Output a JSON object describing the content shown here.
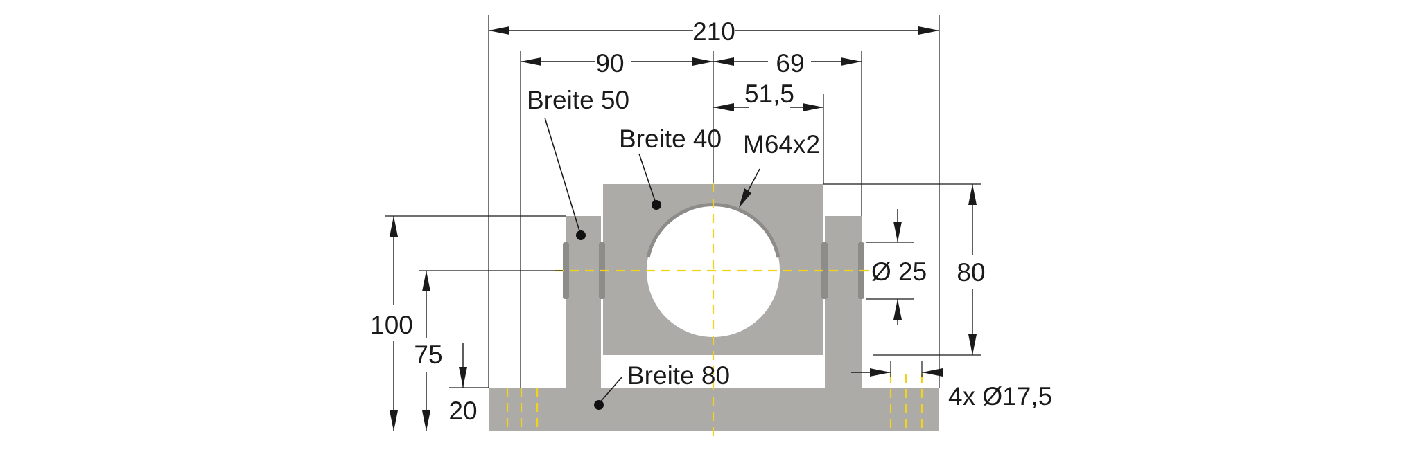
{
  "colors": {
    "part": "#adaba8",
    "centerline": "#f2d31b",
    "line": "#1a1a1a",
    "background": "#ffffff"
  },
  "dimensions": {
    "overall_width": "210",
    "left_offset": "90",
    "right_offset": "69",
    "thread_offset": "51,5",
    "total_height": "100",
    "axis_height": "75",
    "base_height": "20",
    "block_height": "80",
    "pin_diameter": "Ø 25",
    "holes": "4x Ø17,5"
  },
  "labels": {
    "side_plate_width": "Breite 50",
    "block_width": "Breite 40",
    "thread": "M64x2",
    "base_width": "Breite 80"
  }
}
